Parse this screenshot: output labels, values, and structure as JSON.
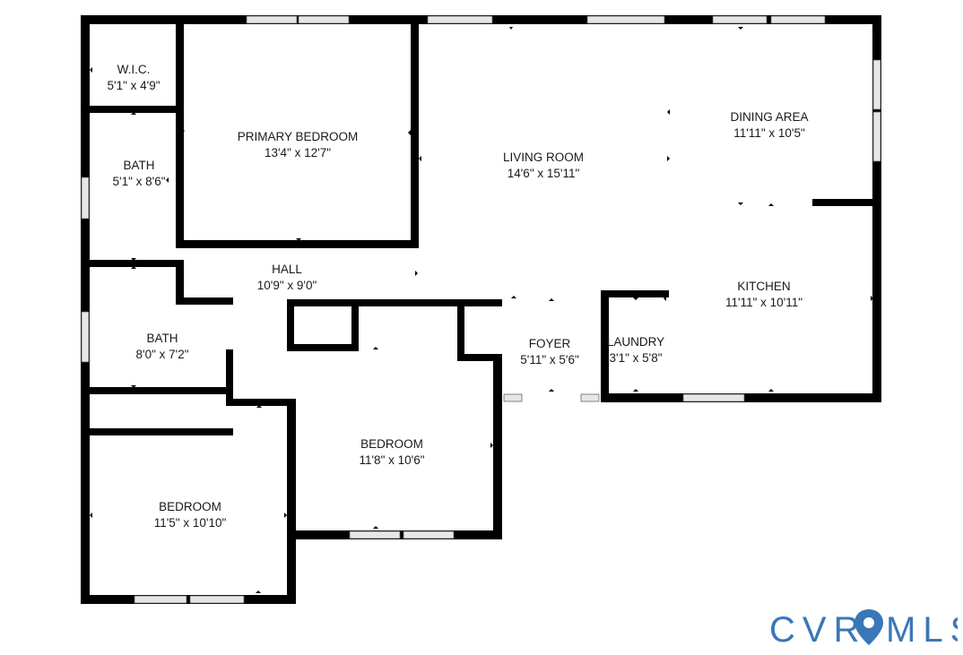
{
  "rooms": [
    {
      "name": "W.I.C.",
      "dims": "5'1\" x 4'9\""
    },
    {
      "name": "PRIMARY BEDROOM",
      "dims": "13'4\" x 12'7\""
    },
    {
      "name": "BATH",
      "dims": "5'1\" x 8'6\""
    },
    {
      "name": "LIVING ROOM",
      "dims": "14'6\" x 15'11\""
    },
    {
      "name": "DINING AREA",
      "dims": "11'11\" x 10'5\""
    },
    {
      "name": "HALL",
      "dims": "10'9\" x 9'0\""
    },
    {
      "name": "KITCHEN",
      "dims": "11'11\" x 10'11\""
    },
    {
      "name": "BATH",
      "dims": "8'0\" x 7'2\""
    },
    {
      "name": "FOYER",
      "dims": "5'11\" x 5'6\""
    },
    {
      "name": "LAUNDRY",
      "dims": "3'1\" x 5'8\""
    },
    {
      "name": "BEDROOM",
      "dims": "11'8\" x 10'6\""
    },
    {
      "name": "BEDROOM",
      "dims": "11'5\" x 10'10\""
    }
  ],
  "logo": {
    "left": "CVR",
    "right": "MLS",
    "colors": {
      "text": "#3a77b8",
      "pin": "#3a77b8"
    }
  },
  "colors": {
    "wall": "#000000",
    "window": "#e6e6e6"
  }
}
